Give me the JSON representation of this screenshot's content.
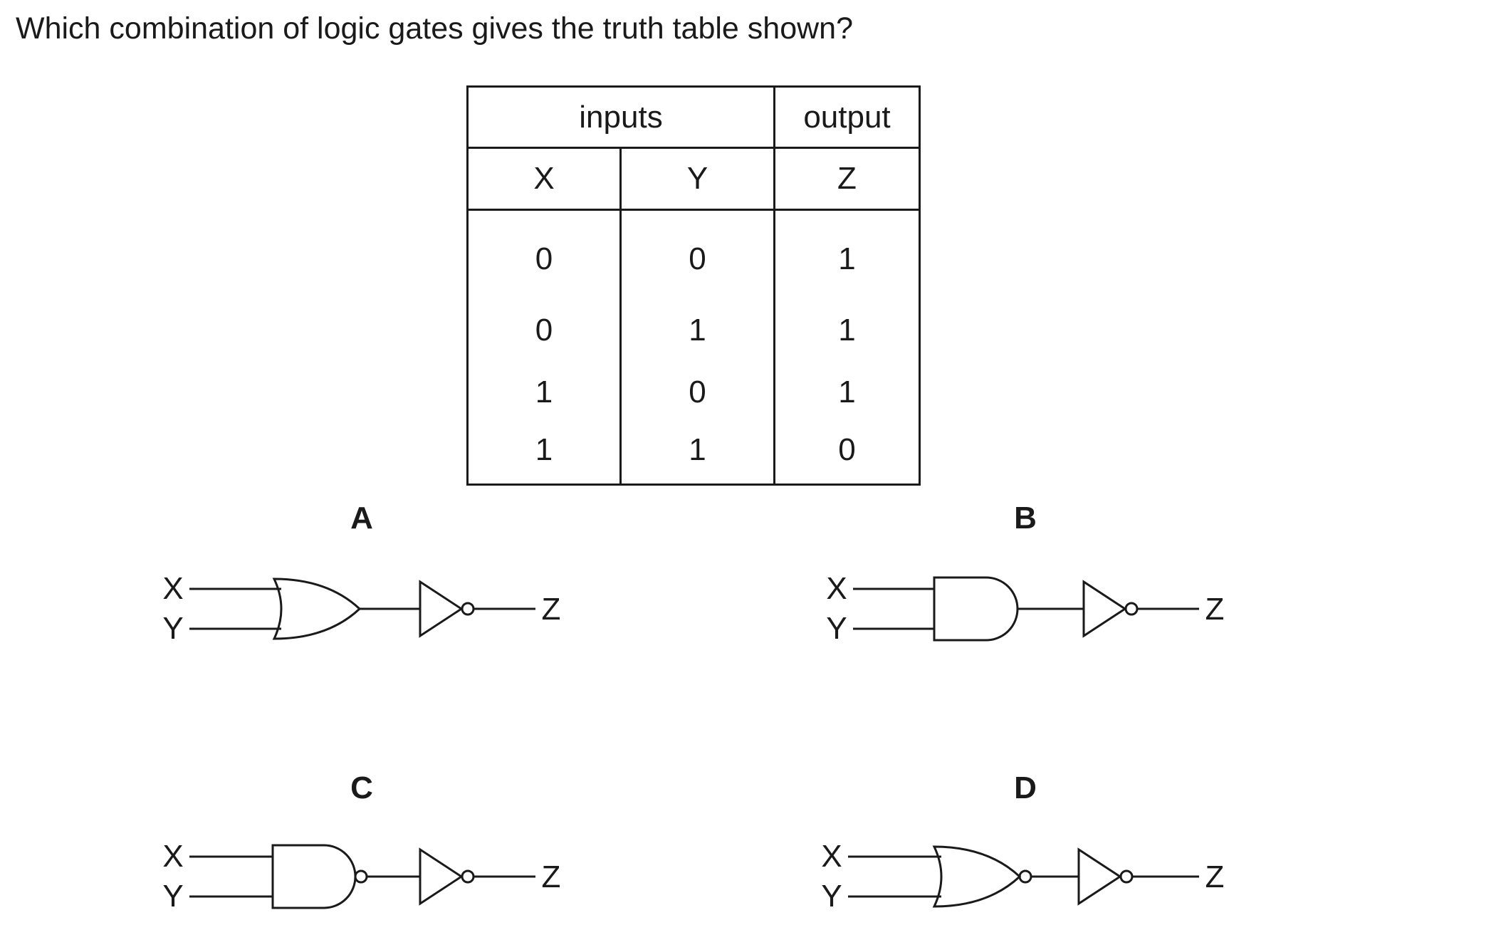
{
  "question": "Which combination of logic gates gives the truth table shown?",
  "truth_table": {
    "group_headers": {
      "inputs": "inputs",
      "output": "output"
    },
    "columns": [
      "X",
      "Y",
      "Z"
    ],
    "rows": [
      [
        "0",
        "0",
        "1"
      ],
      [
        "0",
        "1",
        "1"
      ],
      [
        "1",
        "0",
        "1"
      ],
      [
        "1",
        "1",
        "0"
      ]
    ]
  },
  "options": [
    {
      "label": "A",
      "gate": "OR",
      "inverted_output": false,
      "input_labels": [
        "X",
        "Y"
      ],
      "output_label": "Z"
    },
    {
      "label": "B",
      "gate": "AND",
      "inverted_output": false,
      "input_labels": [
        "X",
        "Y"
      ],
      "output_label": "Z"
    },
    {
      "label": "C",
      "gate": "AND",
      "inverted_output": true,
      "input_labels": [
        "X",
        "Y"
      ],
      "output_label": "Z"
    },
    {
      "label": "D",
      "gate": "OR",
      "inverted_output": true,
      "input_labels": [
        "X",
        "Y"
      ],
      "output_label": "Z"
    }
  ]
}
